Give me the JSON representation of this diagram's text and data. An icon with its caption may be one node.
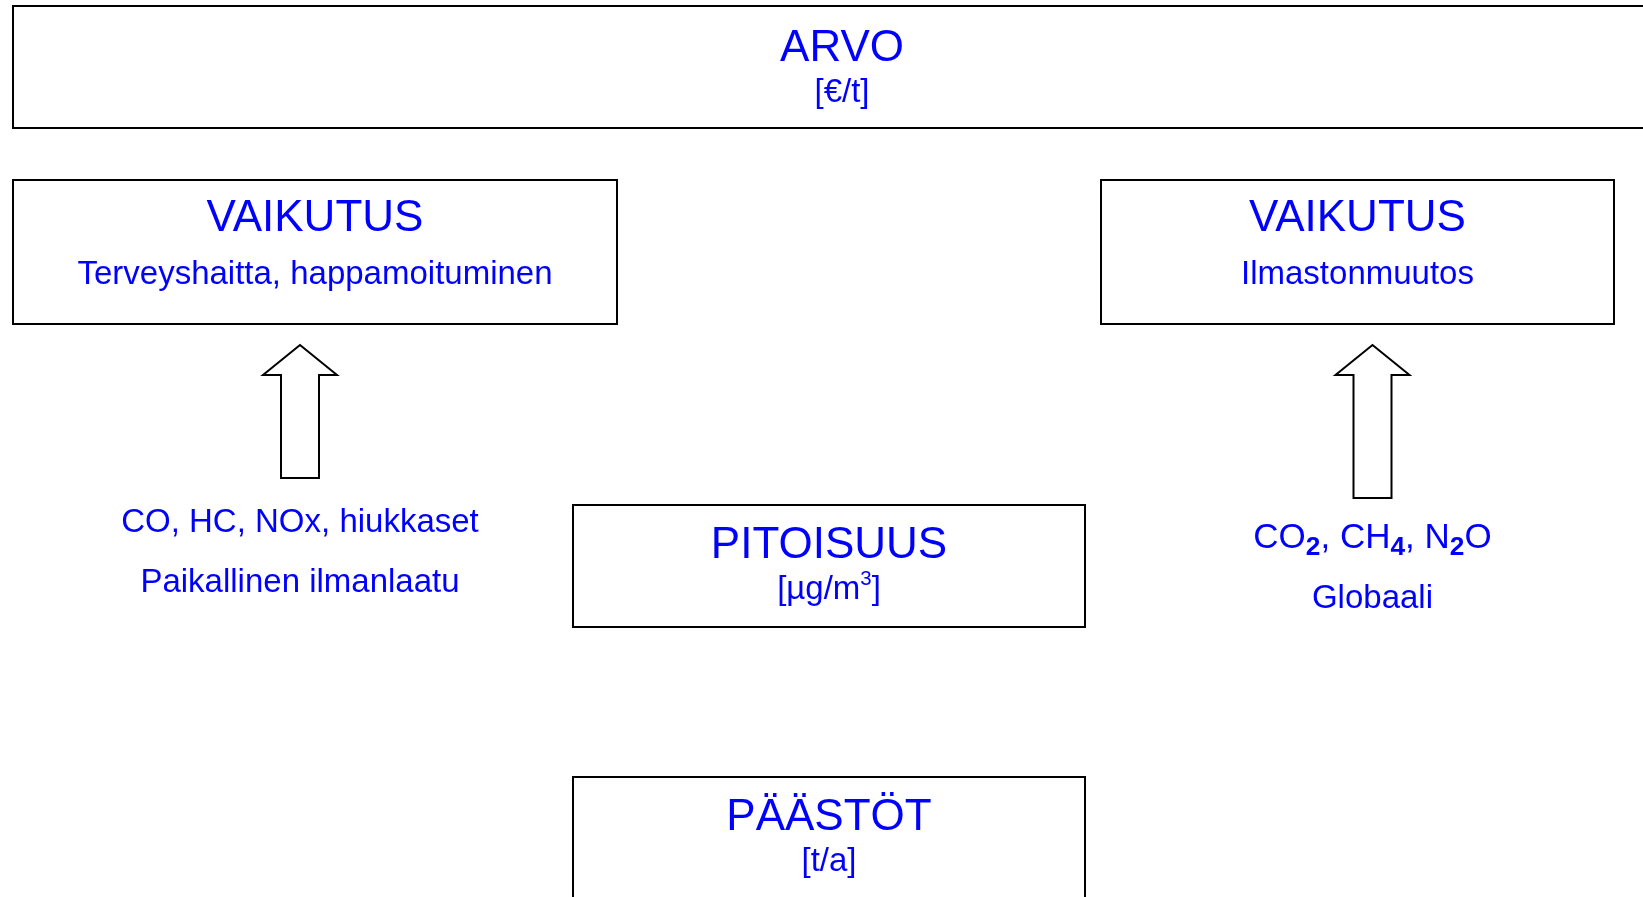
{
  "diagram": {
    "nodes": [
      {
        "text": [
          "ARVO",
          "[€/t]"
        ]
      },
      {
        "text": [
          "VAIKUTUS",
          "Terveyshaitta, happamoituminen"
        ]
      },
      {
        "text": [
          "VAIKUTUS",
          "Ilmastonmuutos"
        ]
      },
      {
        "text": [
          "CO, HC, NOx, hiukkaset",
          "Paikallinen ilmanlaatu"
        ]
      },
      {
        "text": [
          "PITOISUUS",
          "[µg/m$^{3}$]"
        ]
      },
      {
        "text": [
          "CO$_{2}$, CH$_{4}$, N$_{2}$O",
          "Globaali"
        ]
      },
      {
        "text": [
          "PÄÄSTÖT",
          "[t/a]"
        ]
      }
    ],
    "edges": [
      {
        "from": 3,
        "to": 1,
        "arrow": "to",
        "style": "thick"
      },
      {
        "from": 5,
        "to": 2,
        "arrow": "to",
        "style": "thick"
      }
    ]
  }
}
